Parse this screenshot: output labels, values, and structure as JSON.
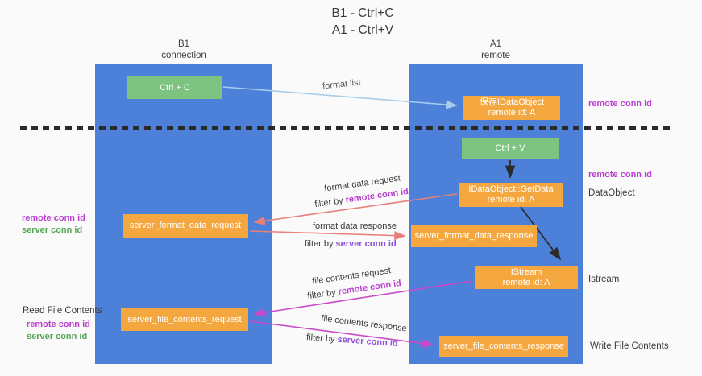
{
  "title": {
    "line1": "B1 - Ctrl+C",
    "line2": "A1 - Ctrl+V"
  },
  "lifelines": {
    "left": {
      "name": "B1",
      "role": "connection"
    },
    "right": {
      "name": "A1",
      "role": "remote"
    }
  },
  "nodes": {
    "ctrl_c": {
      "label": "Ctrl + C"
    },
    "save_idataobject": {
      "line1": "保存IDataObject",
      "line2": "remote id: A"
    },
    "ctrl_v": {
      "label": "Ctrl + V"
    },
    "getdata": {
      "line1": "IDataObject::GetData",
      "line2": "remote id: A"
    },
    "server_format_data_request": {
      "label": "server_format_data_request"
    },
    "server_format_data_response": {
      "label": "server_format_data_response"
    },
    "istream": {
      "line1": "IStream",
      "line2": "remote id: A"
    },
    "server_file_contents_request": {
      "label": "server_file_contents_request"
    },
    "server_file_contents_response": {
      "label": "server_file_contents_response"
    }
  },
  "annotations": {
    "right_remote_conn_id_top": "remote conn id",
    "right_remote_conn_id_mid": "remote conn id",
    "right_dataobject": "DataObject",
    "right_istream": "Istream",
    "right_write_file_contents": "Write File Contents",
    "left_remote_conn_id": "remote conn id",
    "left_server_conn_id": "server conn id",
    "left_read_file_contents": "Read File Contents",
    "left_remote_conn_id_2": "remote conn id",
    "left_server_conn_id_2": "server conn id"
  },
  "arrow_labels": {
    "format_list": "format list",
    "format_data_request": "format data request",
    "format_data_request_filter_prefix": "filter by ",
    "format_data_request_filter_key": "remote conn id",
    "format_data_response": "format data response",
    "format_data_response_filter_prefix": "filter by ",
    "format_data_response_filter_key": "server conn id",
    "file_contents_request": "file contents request",
    "file_contents_request_filter_prefix": "filter by ",
    "file_contents_request_filter_key": "remote conn id",
    "file_contents_response": "file contents response",
    "file_contents_response_filter_prefix": "filter by ",
    "file_contents_response_filter_key": "server conn id"
  },
  "colors": {
    "lifeline_blue": "#4d80d8",
    "node_green": "#7cc47f",
    "node_orange": "#f5a73f",
    "remote_conn_id_purple": "#b93fd1",
    "server_conn_id_violet": "#8f52d8",
    "server_conn_id_green": "#53a656",
    "arrow_red": "#e8807a",
    "arrow_magenta": "#cc49c9",
    "arrow_blue": "#a6cdec",
    "arrow_black": "#2b2b2b"
  }
}
